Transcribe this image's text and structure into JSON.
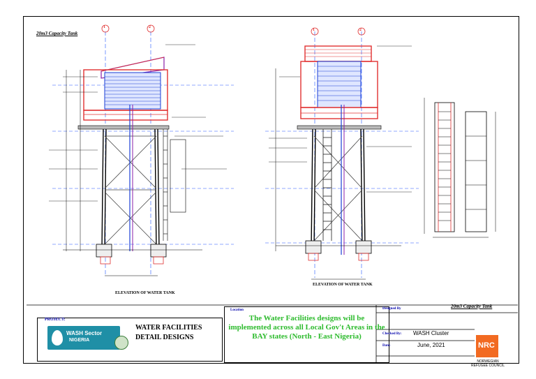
{
  "drawing": {
    "capacity_caption_top": "20m3 Capacity Tank",
    "capacity_caption_bottom": "20m3 Capacity Tank",
    "elevation_caption_left": "ELEVATION OF WATER TANK",
    "elevation_caption_middle": "ELEVATION OF WATER TANK",
    "grid_marker_1": "1",
    "grid_marker_2": "2"
  },
  "title_block": {
    "project_label": "PROJECT:",
    "logo_line1": "WASH Sector",
    "logo_line2": "NIGERIA",
    "project_title_line1": "WATER FACILITIES",
    "project_title_line2": "DETAIL DESIGNS",
    "location_label": "Location",
    "location_text": "The Water Facilities designs will be implemented across all Local Gov't Areas in the BAY states (North - East Nigeria)",
    "designed_by_label": "Designed By",
    "checked_by_label": "Checked By:",
    "checked_by_value": "WASH Cluster",
    "date_label": "Date:",
    "date_value": "June, 2021"
  },
  "org": {
    "logo_text": "NRC",
    "name_line1": "NORWEGIAN",
    "name_line2": "REFUGEE COUNCIL",
    "brand_color": "#f26a21"
  }
}
